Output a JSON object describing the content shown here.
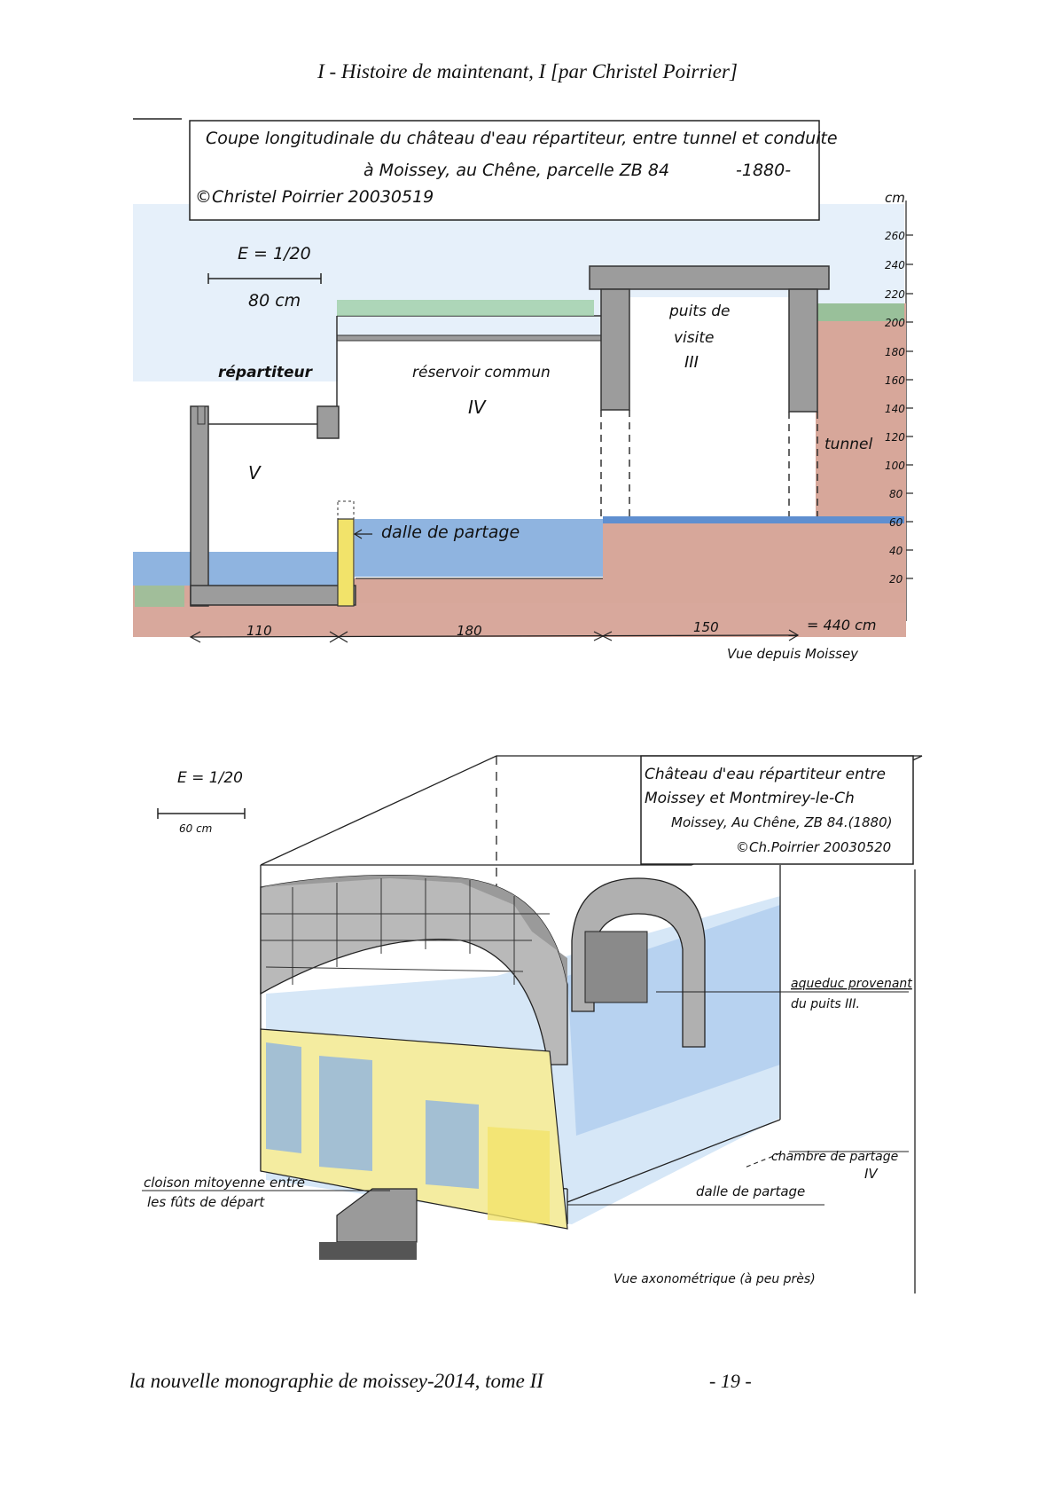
{
  "header": {
    "title": "I - Histoire de maintenant, I [par Christel Poirrier]"
  },
  "footer": {
    "publication": "la nouvelle monographie de moissey-2014, tome II",
    "page": "- 19 -"
  },
  "colors": {
    "water": "#8fb4e0",
    "soil": "#d7a79a",
    "wall": "#9c9c9c",
    "slab": "#f2e36a",
    "grass": "#8ac79a"
  },
  "drawing1": {
    "caption_line1": "Coupe longitudinale du château d'eau répartiteur, entre tunnel et conduite",
    "caption_line2": "à Moissey, au Chêne, parcelle ZB 84",
    "caption_year": "-1880-",
    "caption_author": "©Christel Poirrier 20030519",
    "scale": "E = 1/20",
    "scale_bar": "80 cm",
    "unit": "cm",
    "labels": {
      "repartiteur": "répartiteur",
      "reservoir": "réservoir commun",
      "roman_iv": "IV",
      "roman_v": "V",
      "puits_l1": "puits de",
      "puits_l2": "visite",
      "roman_iii": "III",
      "tunnel": "tunnel",
      "dalle": "dalle de partage"
    },
    "ticks": [
      "260",
      "240",
      "220",
      "200",
      "180",
      "160",
      "140",
      "120",
      "100",
      "80",
      "60",
      "40",
      "20"
    ],
    "dims": {
      "d1": "110",
      "d2": "180",
      "d3": "150",
      "total": "= 440 cm"
    },
    "view": "Vue depuis Moissey"
  },
  "drawing2": {
    "caption_line1": "Château d'eau répartiteur entre",
    "caption_line2": "Moissey et Montmirey-le-Ch",
    "caption_line3": "Moissey, Au Chêne, ZB 84.(1880)",
    "caption_author": "©Ch.Poirrier 20030520",
    "scale": "E = 1/20",
    "scale_bar": "60 cm",
    "labels": {
      "aqueduc_l1": "aqueduc provenant",
      "aqueduc_l2": "du puits III.",
      "chambre": "chambre de partage",
      "roman_iv": "IV",
      "dalle": "dalle de partage",
      "cloison_l1": "cloison mitoyenne entre",
      "cloison_l2": "les fûts de départ"
    },
    "view": "Vue axonométrique (à peu près)"
  }
}
